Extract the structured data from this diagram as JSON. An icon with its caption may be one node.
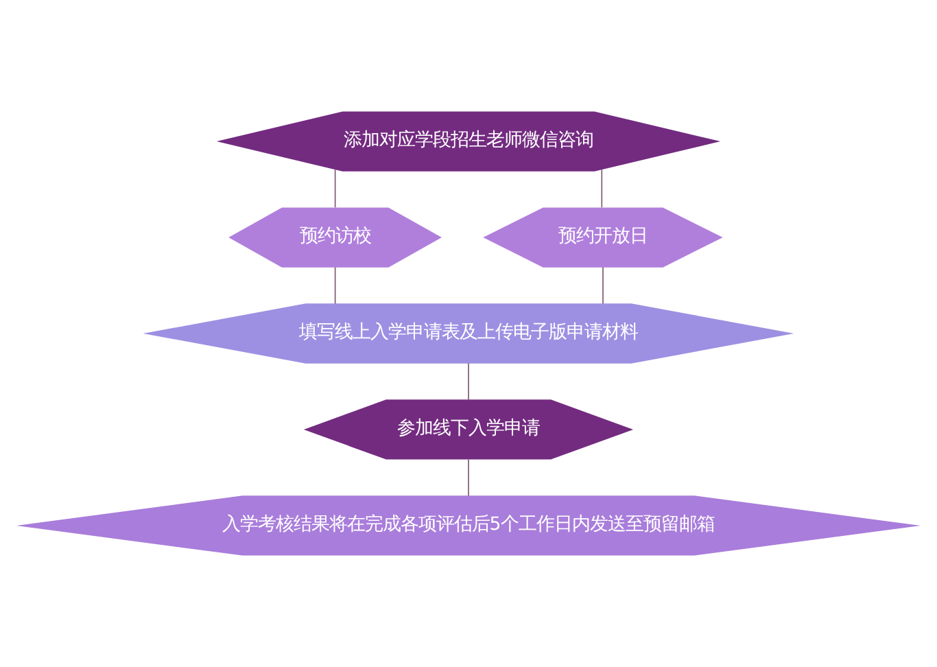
{
  "diagram": {
    "nodes": [
      {
        "text": [
          "添加对应学段招生老师微信咨询"
        ]
      },
      {
        "text": [
          "预约访校"
        ]
      },
      {
        "text": [
          "预约开放日"
        ]
      },
      {
        "text": [
          "填写线上入学申请表及上传电子版申请材料"
        ]
      },
      {
        "text": [
          "参加线下入学申请"
        ]
      },
      {
        "text": [
          "入学考核结果将在完成各项评估后5个工作日内发送至预留邮箱"
        ]
      }
    ],
    "edges": [
      {
        "from": 0,
        "to": 1,
        "arrow": "none"
      },
      {
        "from": 0,
        "to": 2,
        "arrow": "none"
      },
      {
        "from": 1,
        "to": 3,
        "arrow": "none"
      },
      {
        "from": 2,
        "to": 3,
        "arrow": "none"
      },
      {
        "from": 3,
        "to": 4,
        "arrow": "none"
      },
      {
        "from": 4,
        "to": 5,
        "arrow": "none"
      }
    ]
  }
}
